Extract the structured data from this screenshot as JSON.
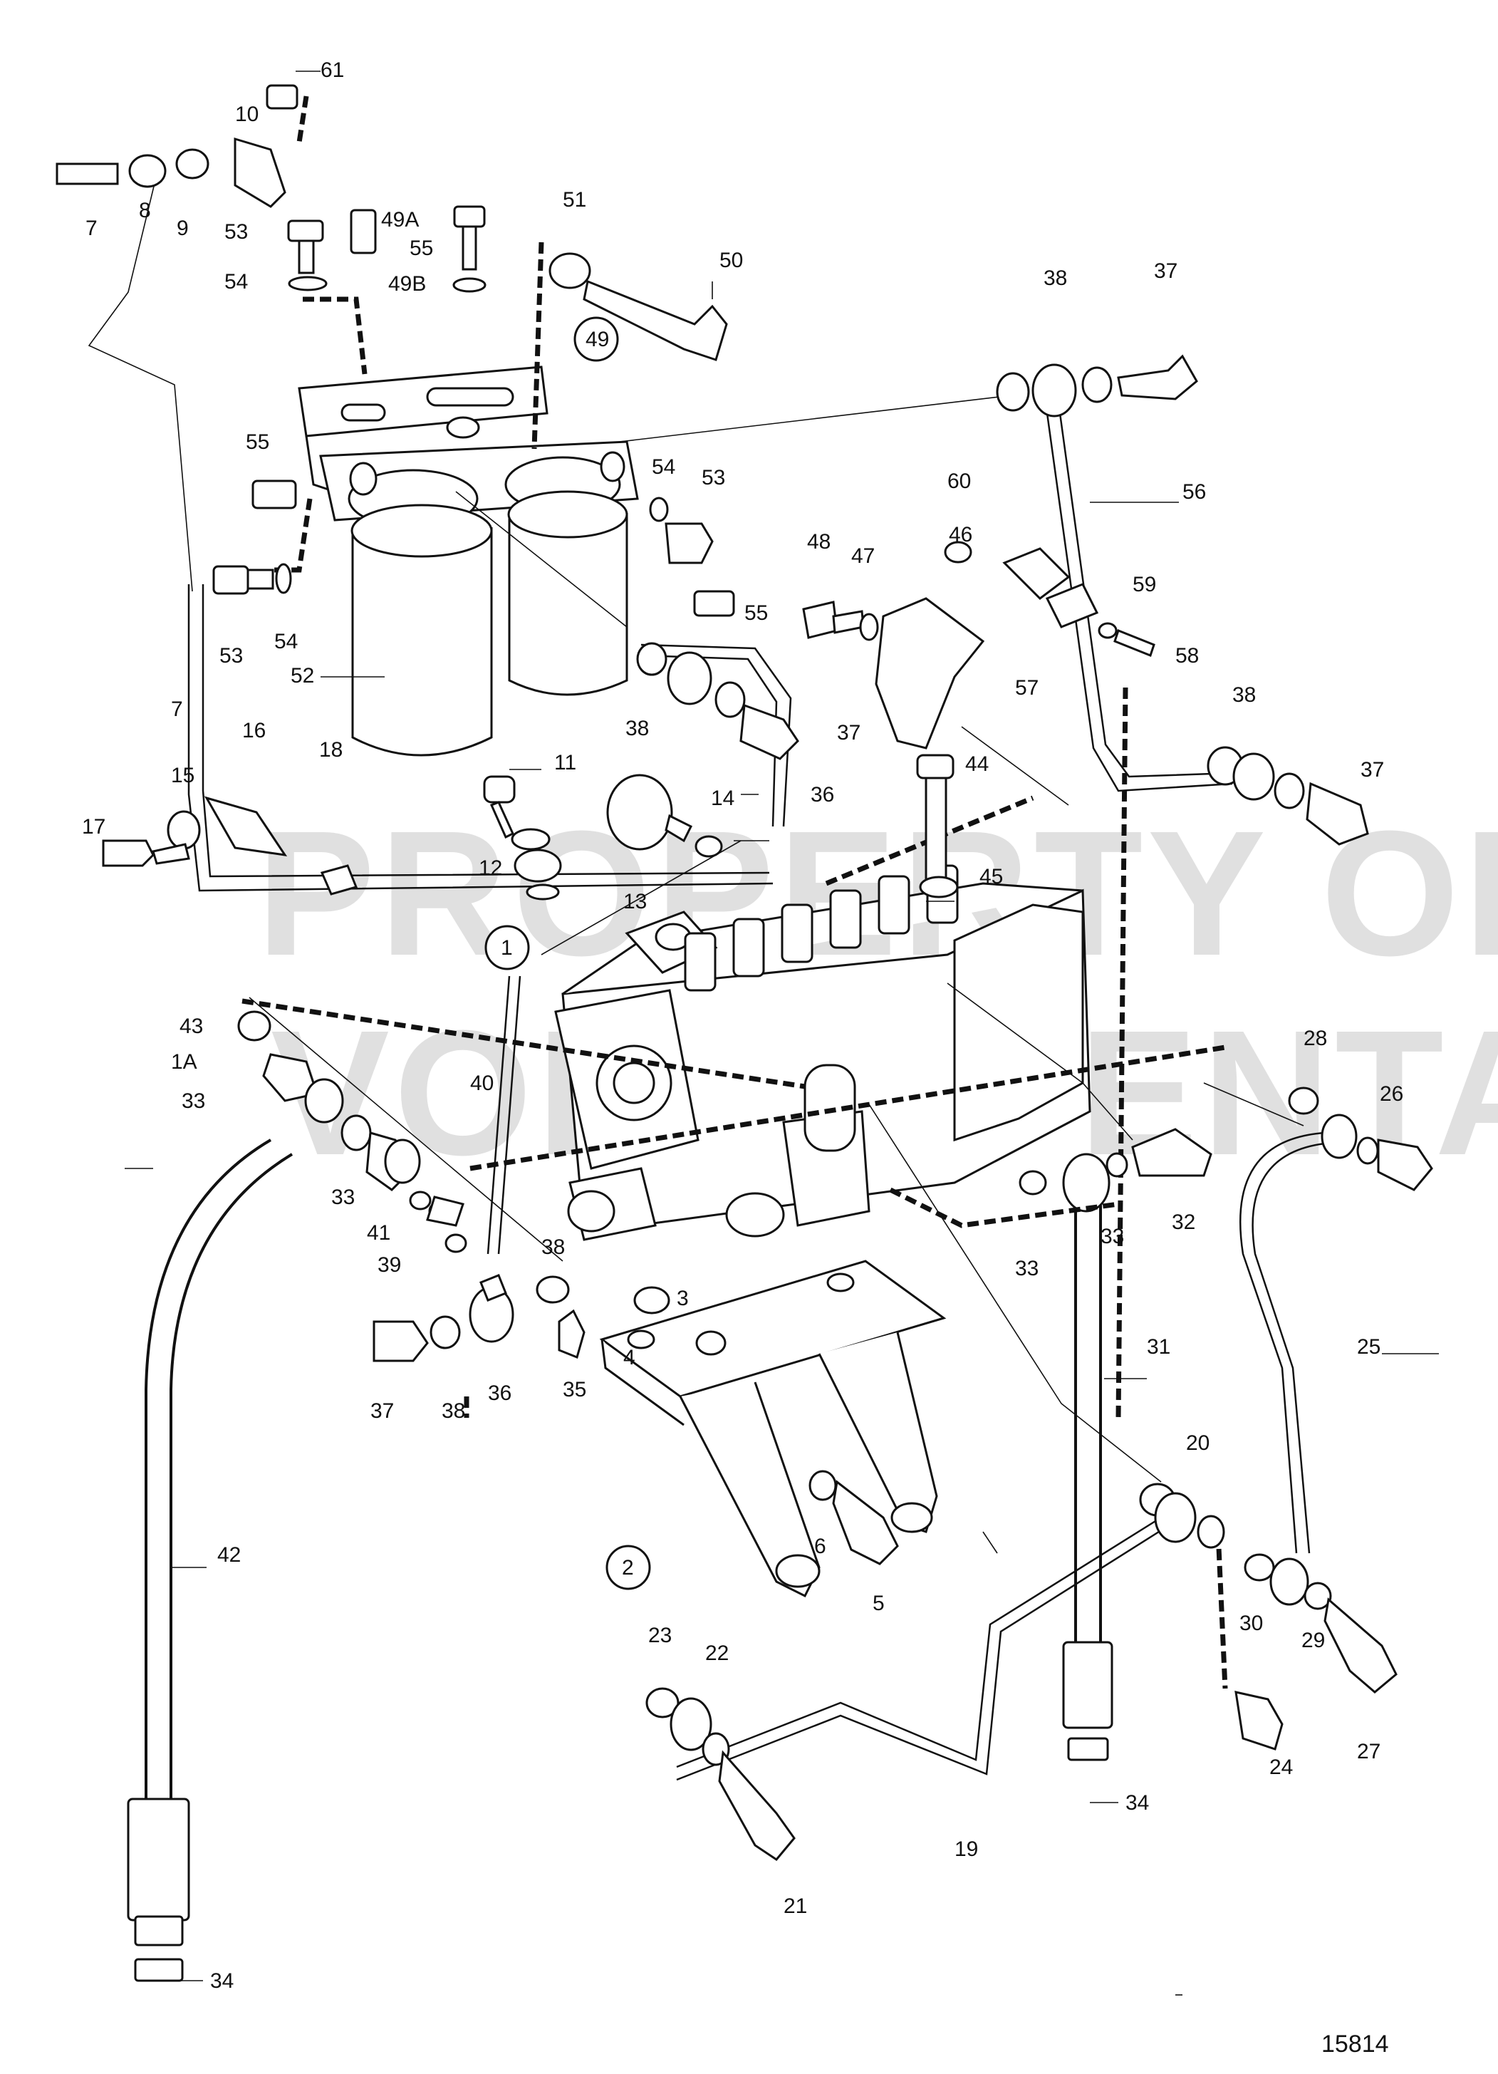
{
  "watermark": {
    "line1": "PROPERTY OF",
    "line2": "VOLVO PENTA"
  },
  "figure_number": "15814",
  "callouts": [
    {
      "id": "c61",
      "text": "61"
    },
    {
      "id": "c10",
      "text": "10"
    },
    {
      "id": "c7a",
      "text": "7"
    },
    {
      "id": "c8",
      "text": "8"
    },
    {
      "id": "c9",
      "text": "9"
    },
    {
      "id": "c53a",
      "text": "53"
    },
    {
      "id": "c49A",
      "text": "49A"
    },
    {
      "id": "c55a",
      "text": "55"
    },
    {
      "id": "c54a",
      "text": "54"
    },
    {
      "id": "c49B",
      "text": "49B"
    },
    {
      "id": "c51",
      "text": "51"
    },
    {
      "id": "c50",
      "text": "50"
    },
    {
      "id": "c38a",
      "text": "38"
    },
    {
      "id": "c37a",
      "text": "37"
    },
    {
      "id": "c49",
      "text": "49"
    },
    {
      "id": "c55b",
      "text": "55"
    },
    {
      "id": "c54b",
      "text": "54"
    },
    {
      "id": "c53b",
      "text": "53"
    },
    {
      "id": "c60",
      "text": "60"
    },
    {
      "id": "c56",
      "text": "56"
    },
    {
      "id": "c46",
      "text": "46"
    },
    {
      "id": "c48",
      "text": "48"
    },
    {
      "id": "c47",
      "text": "47"
    },
    {
      "id": "c59",
      "text": "59"
    },
    {
      "id": "c53c",
      "text": "53"
    },
    {
      "id": "c54c",
      "text": "54"
    },
    {
      "id": "c55c",
      "text": "55"
    },
    {
      "id": "c58",
      "text": "58"
    },
    {
      "id": "c57",
      "text": "57"
    },
    {
      "id": "c52",
      "text": "52"
    },
    {
      "id": "c38b",
      "text": "38"
    },
    {
      "id": "c37b",
      "text": "37"
    },
    {
      "id": "c38c",
      "text": "38"
    },
    {
      "id": "c7b",
      "text": "7"
    },
    {
      "id": "c16",
      "text": "16"
    },
    {
      "id": "c11",
      "text": "11"
    },
    {
      "id": "c18",
      "text": "18"
    },
    {
      "id": "c36a",
      "text": "36"
    },
    {
      "id": "c14",
      "text": "14"
    },
    {
      "id": "c44",
      "text": "44"
    },
    {
      "id": "c37c",
      "text": "37"
    },
    {
      "id": "c15",
      "text": "15"
    },
    {
      "id": "c17",
      "text": "17"
    },
    {
      "id": "c12",
      "text": "12"
    },
    {
      "id": "c13",
      "text": "13"
    },
    {
      "id": "c45",
      "text": "45"
    },
    {
      "id": "c1",
      "text": "1"
    },
    {
      "id": "c43",
      "text": "43"
    },
    {
      "id": "c1A",
      "text": "1A"
    },
    {
      "id": "c33a",
      "text": "33"
    },
    {
      "id": "c40",
      "text": "40"
    },
    {
      "id": "c28",
      "text": "28"
    },
    {
      "id": "c26",
      "text": "26"
    },
    {
      "id": "c33b",
      "text": "33"
    },
    {
      "id": "c41",
      "text": "41"
    },
    {
      "id": "c39",
      "text": "39"
    },
    {
      "id": "c38d",
      "text": "38"
    },
    {
      "id": "c32",
      "text": "32"
    },
    {
      "id": "c33c",
      "text": "33"
    },
    {
      "id": "c33d",
      "text": "33"
    },
    {
      "id": "c3",
      "text": "3"
    },
    {
      "id": "c31",
      "text": "31"
    },
    {
      "id": "c25",
      "text": "25"
    },
    {
      "id": "c37d",
      "text": "37"
    },
    {
      "id": "c38e",
      "text": "38"
    },
    {
      "id": "c36b",
      "text": "36"
    },
    {
      "id": "c35",
      "text": "35"
    },
    {
      "id": "c4",
      "text": "4"
    },
    {
      "id": "c20",
      "text": "20"
    },
    {
      "id": "c42",
      "text": "42"
    },
    {
      "id": "c2",
      "text": "2"
    },
    {
      "id": "c6",
      "text": "6"
    },
    {
      "id": "c5",
      "text": "5"
    },
    {
      "id": "c30",
      "text": "30"
    },
    {
      "id": "c23",
      "text": "23"
    },
    {
      "id": "c22",
      "text": "22"
    },
    {
      "id": "c29",
      "text": "29"
    },
    {
      "id": "c27",
      "text": "27"
    },
    {
      "id": "c24",
      "text": "24"
    },
    {
      "id": "c34a",
      "text": "34"
    },
    {
      "id": "c21",
      "text": "21"
    },
    {
      "id": "c19",
      "text": "19"
    },
    {
      "id": "c34b",
      "text": "34"
    }
  ]
}
